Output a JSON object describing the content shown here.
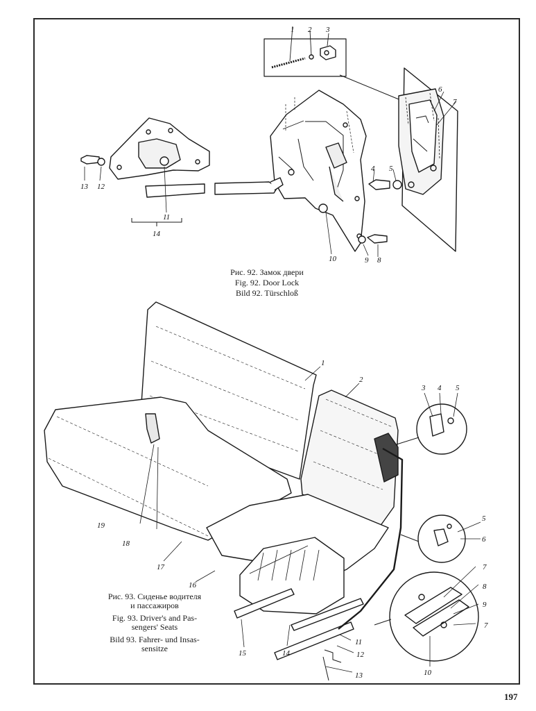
{
  "figure92": {
    "caption_ru": "Рис. 92. Замок двери",
    "caption_en": "Fig. 92. Door Lock",
    "caption_de": "Bild 92. Türschloß",
    "callouts": [
      "1",
      "2",
      "3",
      "4",
      "5",
      "6",
      "7",
      "8",
      "9",
      "10",
      "11",
      "12",
      "13",
      "14"
    ]
  },
  "figure93": {
    "caption_ru_1": "Рис. 93. Сиденье водителя",
    "caption_ru_2": "и пассажиров",
    "caption_en_1": "Fig. 93. Driver's and Pas-",
    "caption_en_2": "sengers' Seats",
    "caption_de_1": "Bild 93. Fahrer- und Insas-",
    "caption_de_2": "sensitze",
    "callouts": [
      "1",
      "2",
      "3",
      "4",
      "5",
      "5",
      "6",
      "7",
      "8",
      "9",
      "7",
      "10",
      "11",
      "12",
      "13",
      "14",
      "15",
      "16",
      "17",
      "18",
      "19"
    ]
  },
  "page_number": "197"
}
